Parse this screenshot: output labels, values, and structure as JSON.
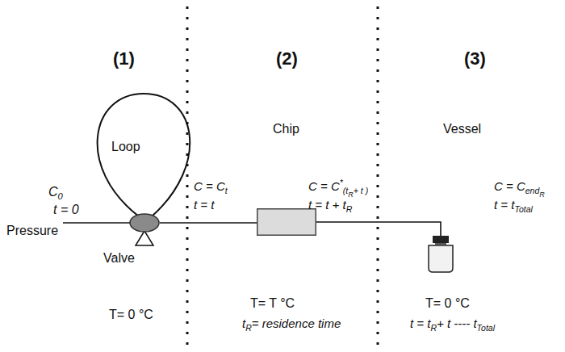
{
  "diagram": {
    "nodes": [
      {
        "text": [
          "Loop"
        ]
      },
      {
        "text": [
          "Valve"
        ]
      },
      {
        "text": [
          "Chip"
        ]
      },
      {
        "text": [
          "Vessel"
        ]
      }
    ],
    "edges": [
      {
        "from": 1,
        "to": 2,
        "arrow": "none"
      },
      {
        "from": 2,
        "to": 3,
        "arrow": "none"
      }
    ],
    "labels": [
      "(1)",
      "(2)",
      "(3)",
      "C",
      "0",
      "t = 0",
      "Pressure",
      "T= 0 °C",
      "C = C",
      "t",
      "t = t",
      "C = C",
      "*",
      "(t",
      "R",
      "+ t )",
      "t = t + t",
      "R",
      "T= T °C",
      "t",
      "R",
      "= residence time",
      "C = C",
      "end",
      "R",
      "t = t",
      "Total",
      "T= 0 °C",
      "t = t",
      "R",
      "+ t ---- t",
      "Total"
    ]
  }
}
